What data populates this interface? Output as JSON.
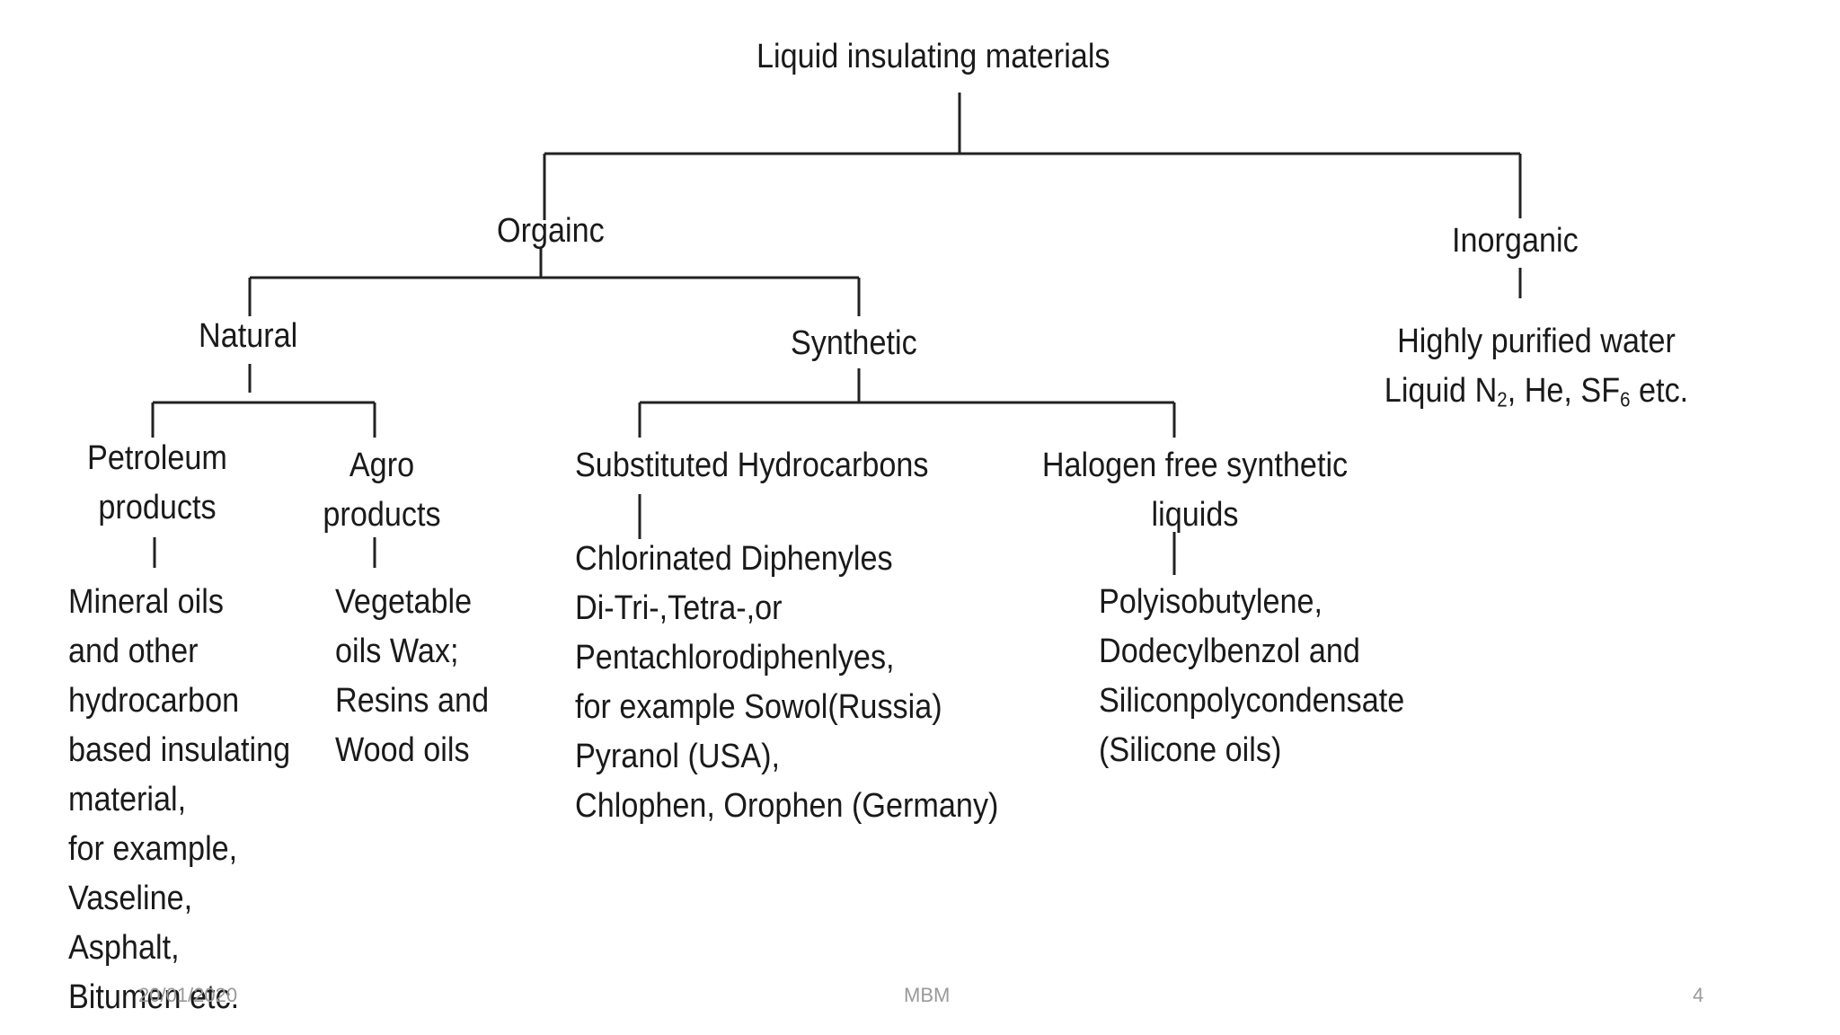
{
  "diagram": {
    "root": {
      "label": "Liquid insulating materials"
    },
    "organic": {
      "label": "Orgainc"
    },
    "inorganic": {
      "label": "Inorganic",
      "detail_line1": "Highly purified water",
      "detail_line2_prefix": "Liquid N",
      "detail_line2_sub1": "2",
      "detail_line2_mid": ", He, SF",
      "detail_line2_sub2": "6",
      "detail_line2_suffix": " etc."
    },
    "natural": {
      "label": "Natural"
    },
    "synthetic": {
      "label": "Synthetic"
    },
    "petroleum": {
      "label_lines": [
        "Petroleum",
        "products"
      ],
      "detail_lines": [
        "Mineral oils",
        "and other",
        "hydrocarbon",
        "based insulating",
        "material,",
        "for example,",
        "Vaseline,",
        "Asphalt,",
        "Bitumen etc."
      ]
    },
    "agro": {
      "label_lines": [
        "Agro",
        "products"
      ],
      "detail_lines": [
        "Vegetable",
        "oils Wax;",
        "Resins and",
        "Wood oils"
      ]
    },
    "substituted": {
      "label": "Substituted Hydrocarbons",
      "detail_lines": [
        "Chlorinated Diphenyles",
        "Di-Tri-,Tetra-,or",
        "Pentachlorodiphenlyes,",
        "for example Sowol(Russia)",
        "Pyranol (USA),",
        "Chlophen, Orophen (Germany)"
      ]
    },
    "halogen": {
      "label_lines": [
        "Halogen free synthetic",
        "liquids"
      ],
      "detail_lines": [
        "Polyisobutylene,",
        "Dodecylbenzol and",
        "Siliconpolycondensate",
        "(Silicone oils)"
      ]
    }
  },
  "footer": {
    "date": "20/01/2020",
    "author": "MBM",
    "page_number": "4"
  }
}
